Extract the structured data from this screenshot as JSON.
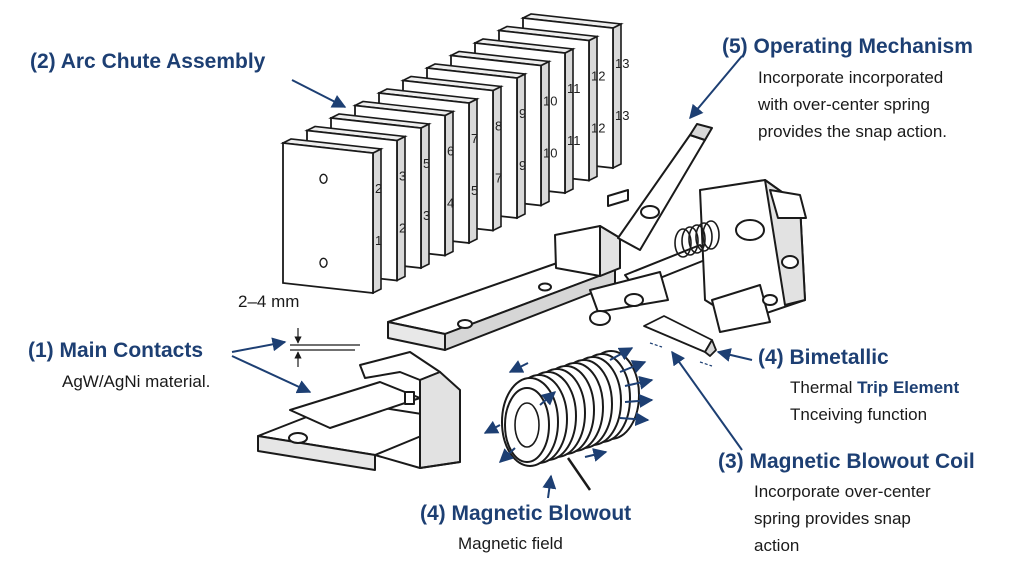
{
  "labels": {
    "arc_chute": {
      "title": "(2) Arc Chute Assembly"
    },
    "operating_mechanism": {
      "title": "(5) Operating Mechanism",
      "lines": [
        "Incorporate incorporated",
        "with over-center spring",
        "provides the snap action."
      ]
    },
    "main_contacts": {
      "title": "(1) Main Contacts",
      "lines": [
        "AgW/AgNi material."
      ]
    },
    "gap": {
      "text": "2–4 mm"
    },
    "bimetallic": {
      "title": "(4) Bimetallic",
      "line1_plain": "Thermal ",
      "line1_bold": "Trip Element",
      "line2": "Tnceiving function"
    },
    "blowout_coil": {
      "title": "(3) Magnetic Blowout Coil",
      "lines": [
        "Incorporate over-center",
        "spring provides snap",
        "action"
      ]
    },
    "magnetic_blowout": {
      "title": "(4) Magnetic Blowout",
      "lines": [
        "Magnetic field"
      ]
    }
  },
  "plates": [
    {
      "numbers": [
        "2",
        "1"
      ]
    },
    {
      "numbers": [
        "3",
        "2"
      ]
    },
    {
      "numbers": [
        "5",
        "3"
      ]
    },
    {
      "numbers": [
        "6",
        "4"
      ]
    },
    {
      "numbers": [
        "7",
        "5"
      ]
    },
    {
      "numbers": [
        "8",
        "7"
      ]
    },
    {
      "numbers": [
        "9",
        "9"
      ]
    },
    {
      "numbers": [
        "10",
        "10"
      ]
    },
    {
      "numbers": [
        "11",
        "11"
      ]
    },
    {
      "numbers": [
        "12",
        "12"
      ]
    },
    {
      "numbers": [
        "13",
        "13"
      ]
    }
  ],
  "colors": {
    "label_blue": "#1d3f73",
    "arrow_blue": "#1d3f73",
    "outline": "#1a1a1a"
  }
}
